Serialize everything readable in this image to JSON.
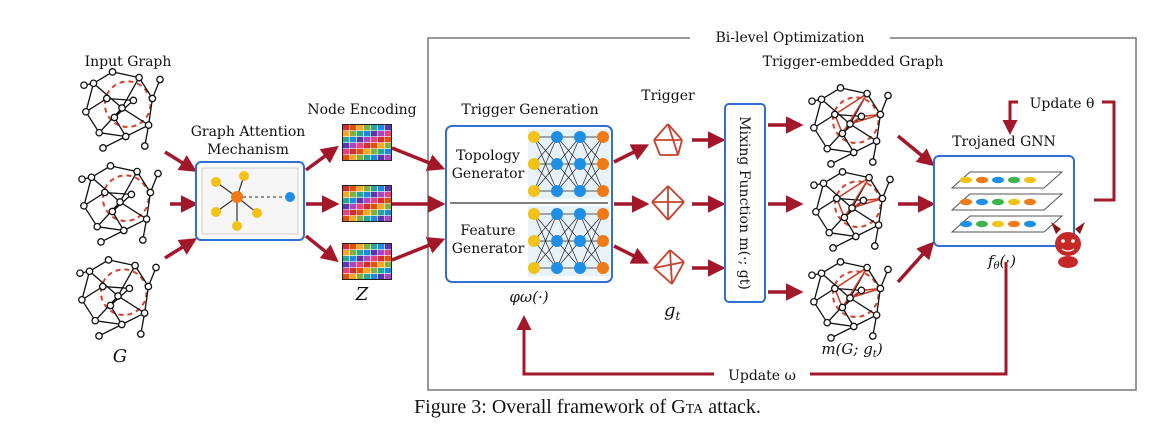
{
  "figure": {
    "labels": {
      "input_graph": "Input Graph",
      "g_symbol": "G",
      "gat_line1": "Graph Attention",
      "gat_line2": "Mechanism",
      "node_encoding": "Node Encoding",
      "z_symbol": "Z",
      "bilevel": "Bi-level Optimization",
      "trigger_generation": "Trigger Generation",
      "topology_line1": "Topology",
      "topology_line2": "Generator",
      "feature_line1": "Feature",
      "feature_line2": "Generator",
      "phi_symbol": "φω(·)",
      "trigger": "Trigger",
      "gt_symbol": "gt",
      "mixing_function": "Mixing Function m(·; gt)",
      "trigger_embedded_graph": "Trigger-embedded Graph",
      "mg_symbol": "m(G; gt)",
      "trojaned_gnn": "Trojaned GNN",
      "f_symbol": "fθ(·)",
      "update_theta": "Update θ",
      "update_omega": "Update ω"
    },
    "caption": {
      "prefix": "Figure 3: Overall framework of ",
      "name": "Gta",
      "suffix": " attack."
    },
    "colors": {
      "arrow": "#a3172a",
      "box_blue": "#2f6fd6",
      "trigger_edge": "#c8412c",
      "dashed_circle": "#d2452f",
      "frame_gray": "#777777",
      "node_yellow": "#f2c316",
      "node_orange": "#f07a14",
      "node_blue": "#1f8fe6"
    }
  }
}
